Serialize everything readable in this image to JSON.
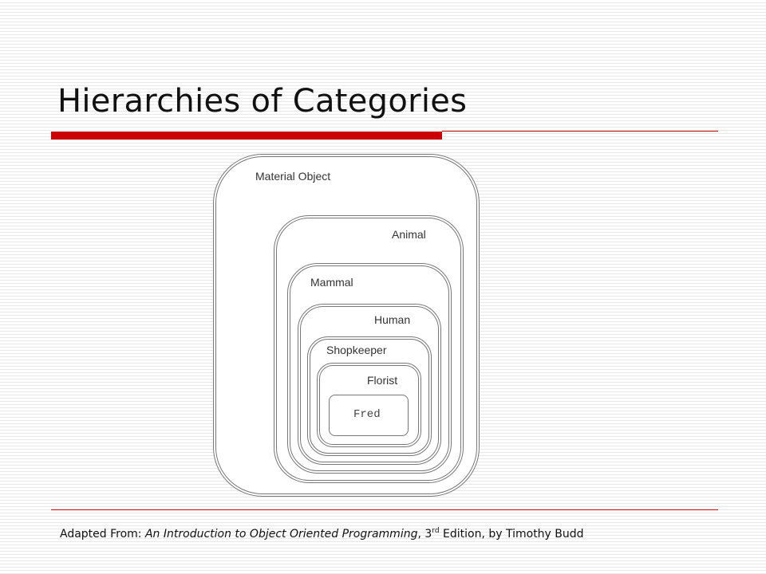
{
  "slide": {
    "title": "Hierarchies of Categories",
    "accent_color": "#cc0000"
  },
  "diagram": {
    "categories": [
      "Material Object",
      "Animal",
      "Mammal",
      "Human",
      "Shopkeeper",
      "Florist",
      "Fred"
    ]
  },
  "citation": {
    "prefix": "Adapted From: ",
    "book_title": "An Introduction to Object Oriented Programming",
    "edition_number": ", 3",
    "edition_suffix": "rd",
    "rest": " Edition, by Timothy Budd"
  }
}
